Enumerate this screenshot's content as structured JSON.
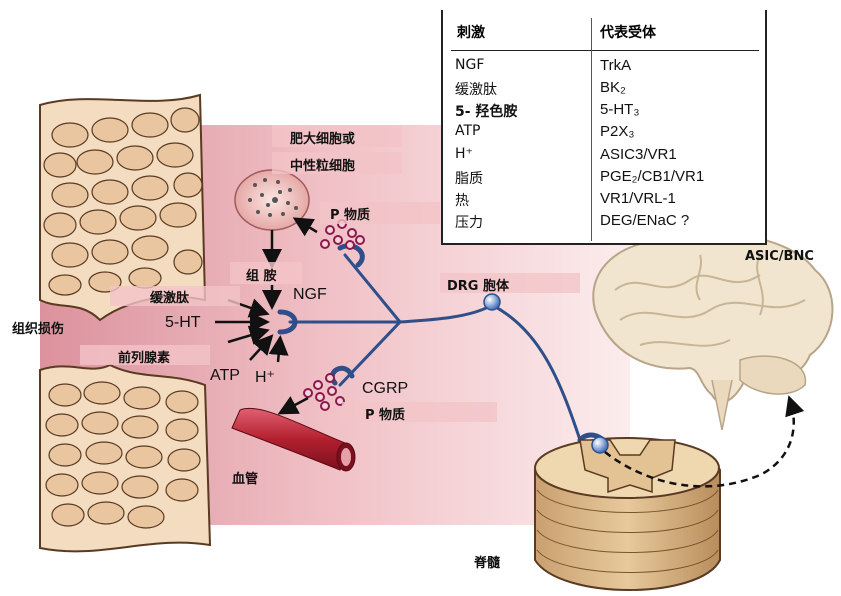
{
  "labels": {
    "mast_cell_line1": "肥大细胞或",
    "mast_cell_line2": "中性粒细胞",
    "substance_p_top": "P 物质",
    "histamine": "组 胺",
    "bradykinin": "缓激肽",
    "ngf": "NGF",
    "serotonin": "5-HT",
    "tissue_injury": "组织损伤",
    "prostaglandin": "前列腺素",
    "atp": "ATP",
    "hydrogen": "H⁺",
    "cgrp": "CGRP",
    "substance_p_bottom": "P 物质",
    "blood_vessel": "血管",
    "drg": "DRG 胞体",
    "brain": "ASIC/BNC",
    "spinal_cord": "脊髓"
  },
  "table": {
    "header_stimulus": "刺激",
    "header_receptor": "代表受体",
    "rows": [
      {
        "stimulus": "NGF",
        "receptor": "TrkA"
      },
      {
        "stimulus": "缓激肽",
        "receptor": "BK₂"
      },
      {
        "stimulus": "5- 羟色胺",
        "receptor": "5-HT₃"
      },
      {
        "stimulus": "ATP",
        "receptor": "P2X₃"
      },
      {
        "stimulus": "H⁺",
        "receptor": "ASIC3/VR1"
      },
      {
        "stimulus": "脂质",
        "receptor": "PGE₂/CB1/VR1"
      },
      {
        "stimulus": "热",
        "receptor": "VR1/VRL-1"
      },
      {
        "stimulus": "压力",
        "receptor": "DEG/ENaC ?"
      }
    ]
  },
  "colors": {
    "tissue_band": "#e8a6ad",
    "nerve": "#2f4f8a",
    "vesicle": "#8b1a4a",
    "vessel": "#b32030",
    "spinal_cord": "#d9b98a",
    "brain": "#efe3cf"
  }
}
